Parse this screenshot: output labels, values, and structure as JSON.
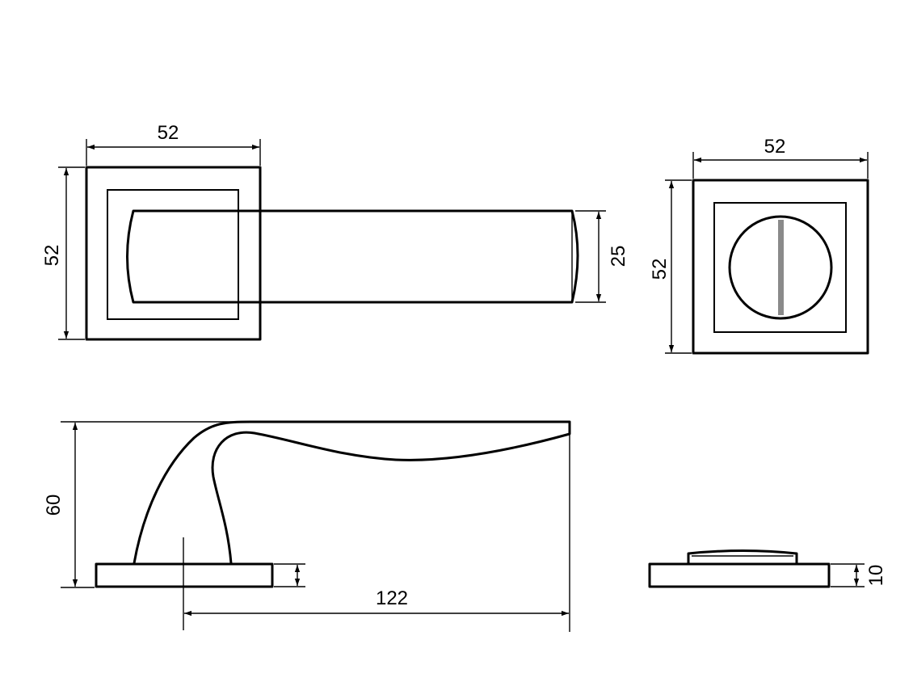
{
  "drawing": {
    "colors": {
      "line": "#000000",
      "background": "#ffffff",
      "slot": "#8a8a8a"
    },
    "dimensions": {
      "handle_front_width": "52",
      "handle_front_height": "52",
      "handle_lever_height": "25",
      "turn_front_width": "52",
      "turn_front_height": "52",
      "handle_side_height": "60",
      "handle_side_length": "122",
      "turn_side_thickness": "10"
    }
  }
}
